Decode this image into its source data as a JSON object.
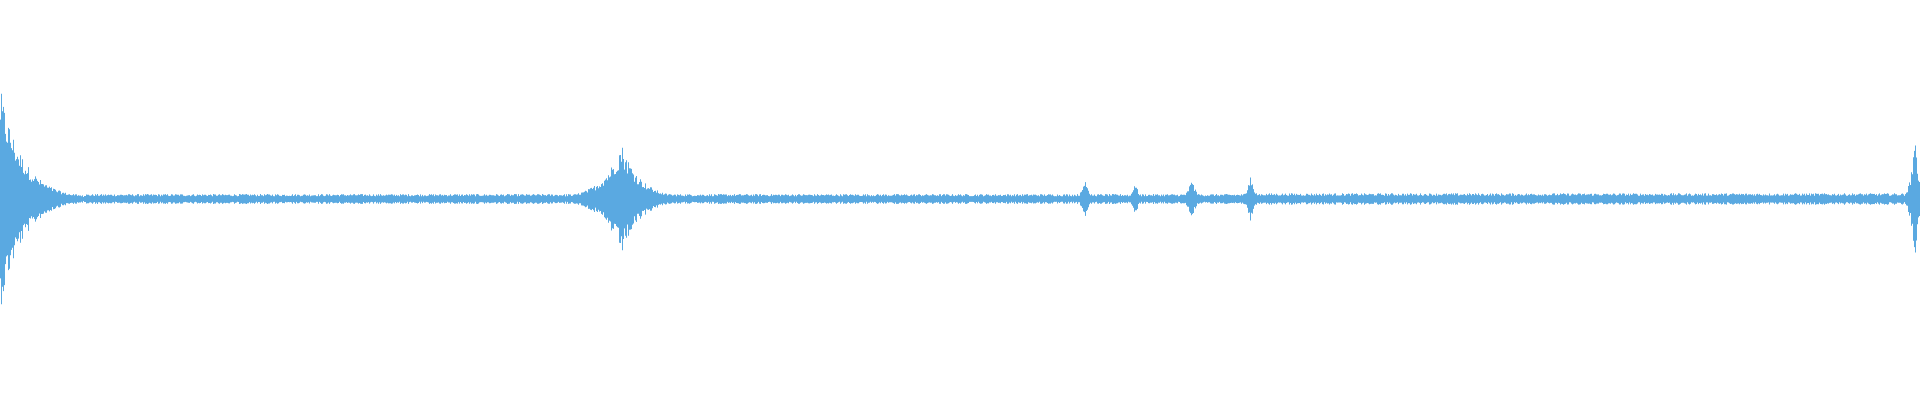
{
  "waveform": {
    "color": "#5aa9e1",
    "baseline_amplitude": 0.025,
    "bursts": [
      {
        "position": 0.0,
        "amplitude": 0.55,
        "decay": 0.012
      },
      {
        "position": 0.3235,
        "amplitude": 0.28,
        "decay": 0.01
      },
      {
        "position": 0.565,
        "amplitude": 0.12,
        "decay": 0.002
      },
      {
        "position": 0.591,
        "amplitude": 0.09,
        "decay": 0.002
      },
      {
        "position": 0.6205,
        "amplitude": 0.13,
        "decay": 0.002
      },
      {
        "position": 0.651,
        "amplitude": 0.13,
        "decay": 0.002
      },
      {
        "position": 0.997,
        "amplitude": 0.35,
        "decay": 0.002
      }
    ]
  }
}
